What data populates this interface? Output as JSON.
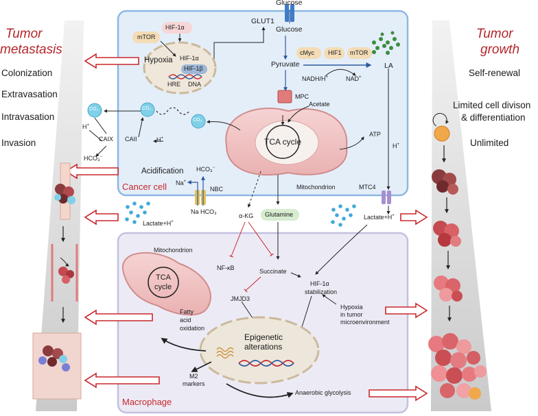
{
  "left_panel": {
    "title_line1": "Tumor",
    "title_line2": "metastasis",
    "stages": [
      "Colonization",
      "Extravasation",
      "Intravasation",
      "Invasion"
    ]
  },
  "right_panel": {
    "title_line1": "Tumor",
    "title_line2": "growth",
    "features": [
      "Self-renewal",
      "Limited cell divison",
      "& differentiation",
      "Unlimited"
    ]
  },
  "cancer_cell": {
    "label": "Cancer cell",
    "glucose_outside": "Glucose",
    "glut1": "GLUT1",
    "glucose_inside": "Glucose",
    "pyruvate": "Pyruvate",
    "factors": [
      "cMyc",
      "HIF1",
      "mTOR"
    ],
    "nadh": "NADH/H",
    "nad": "NAD",
    "la": "LA",
    "mpc": "MPC",
    "acetate": "Acetate",
    "tca": "TCA cycle",
    "atp": "ATP",
    "hif1a_top": "HIF-1α",
    "mtor": "mTOR",
    "hypoxia": "Hypoxia",
    "nucleus_hif1a": "HIF-1α",
    "nucleus_hif1b": "HIF-1β",
    "hre": "HRE",
    "dna": "DNA",
    "co2": "CO₂",
    "h_plus": "H",
    "caix": "CAIX",
    "caii": "CAII",
    "hco3": "HCO₃",
    "acidification": "Acidification",
    "nbc": "NBC",
    "na_plus": "Na",
    "nbc_bottom": "Na HCO₃",
    "mitochondrion": "Mitochondrion",
    "mtc4": "MTC4",
    "h_transport": "H",
    "lactate_h_left": "Lactate+H",
    "lactate_h_right": "Lactate+H",
    "akg": "α-KG",
    "glutamine": "Glutamine"
  },
  "macrophage": {
    "label": "Macrophage",
    "mitochondrion": "Mitochondrion",
    "tca_line1": "TCA",
    "tca_line2": "cycle",
    "nfkb": "NF-κB",
    "succinate": "Succinate",
    "jmjd3": "JMJD3",
    "hif_stab_line1": "HIF-1α",
    "hif_stab_line2": "stabilization",
    "hypoxia_line1": "Hypoxia",
    "hypoxia_line2": "in tumor",
    "hypoxia_line3": "microenvironment",
    "fao_line1": "Fatty",
    "fao_line2": "acid",
    "fao_line3": "oxidation",
    "epi_line1": "Epigenetic",
    "epi_line2": "alterations",
    "m2_line1": "M2",
    "m2_line2": "markers",
    "anaerobic": "Anaerobic glycolysis"
  },
  "colors": {
    "accent_red": "#b3262b",
    "cancer_cell_bg": "#e4eef9",
    "cancer_cell_border": "#8db7e4",
    "macrophage_bg": "#ecebf5",
    "macrophage_border": "#c4bfe0",
    "panel_grey": "#cfd0d0",
    "mito_pink": "#f2c4c4",
    "factor_pill": "#f3dcb6",
    "glutamine_pill": "#d7ecd0"
  }
}
